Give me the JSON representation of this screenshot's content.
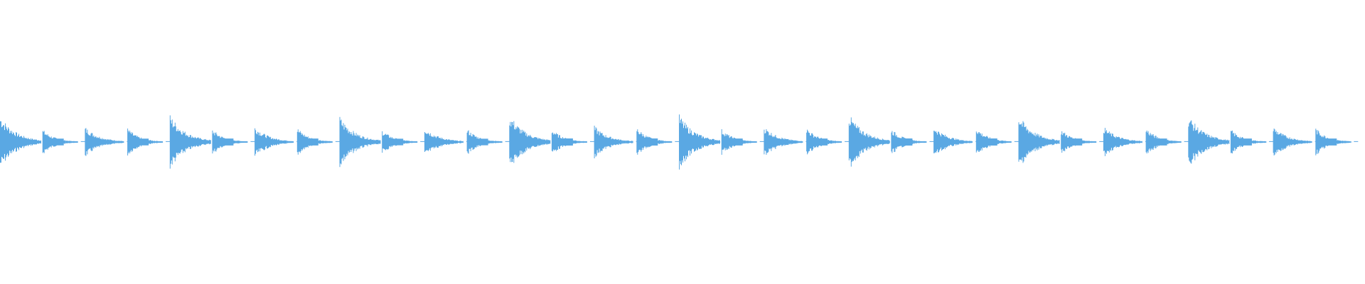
{
  "waveform": {
    "color": "#5aa8e3",
    "background": "#ffffff",
    "pattern": "drum-loop",
    "bars": 8,
    "hits_per_bar": [
      {
        "kind": "kick",
        "amplitude": 0.95
      },
      {
        "kind": "hat",
        "amplitude": 0.45
      },
      {
        "kind": "snare",
        "amplitude": 0.55
      },
      {
        "kind": "hat",
        "amplitude": 0.5
      }
    ],
    "bar_amplitude_scale": [
      0.95,
      0.98,
      0.92,
      1.0,
      0.98,
      1.0,
      0.97,
      0.97
    ]
  }
}
